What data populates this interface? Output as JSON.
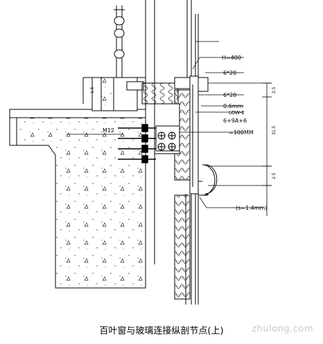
{
  "title": "百叶窗与玻璃连接纵剖节点(上)",
  "watermark": "zhulong.com",
  "labels": {
    "top": "H=400",
    "steel_a": "6*20",
    "steel_b": "6*20",
    "sheet": "0.6mm",
    "glass_type": "LOW-E",
    "glass_spec": "6+9A+6",
    "insulation": "=100MM",
    "bolt": "M12",
    "foil": "(s=1.4mm)"
  },
  "dims": [
    "2.5",
    "31.5",
    "2.5",
    "1.5"
  ]
}
